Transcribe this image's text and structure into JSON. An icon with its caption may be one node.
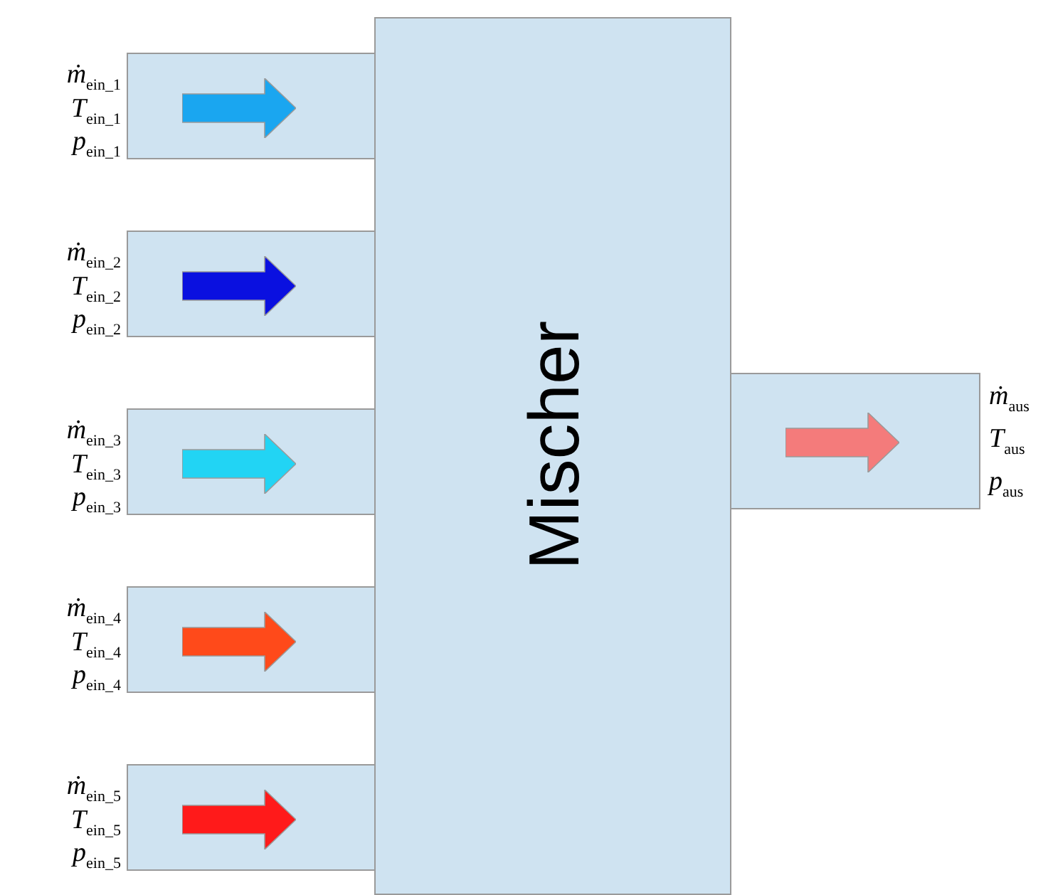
{
  "diagram": {
    "nodes": [
      {
        "text": [
          "Mischer"
        ]
      },
      {
        "text": [],
        "shape": "box",
        "beside": [
          "*ṁ*$_{ein_1}$",
          "*T*$_{ein_1}$",
          "*p*$_{ein_1}$"
        ]
      },
      {
        "text": [],
        "shape": "box",
        "beside": [
          "*ṁ*$_{ein_2}$",
          "*T*$_{ein_2}$",
          "*p*$_{ein_2}$"
        ]
      },
      {
        "text": [],
        "shape": "box",
        "beside": [
          "*ṁ*$_{ein_3}$",
          "*T*$_{ein_3}$",
          "*p*$_{ein_3}$"
        ]
      },
      {
        "text": [],
        "shape": "box",
        "beside": [
          "*ṁ*$_{ein_4}$",
          "*T*$_{ein_4}$",
          "*p*$_{ein_4}$"
        ]
      },
      {
        "text": [],
        "shape": "box",
        "beside": [
          "*ṁ*$_{ein_5}$",
          "*T*$_{ein_5}$",
          "*p*$_{ein_5}$"
        ]
      },
      {
        "text": [],
        "shape": "box",
        "beside": [
          "*ṁ*$_{aus}$",
          "*T*$_{aus}$",
          "*p*$_{aus}$"
        ]
      }
    ]
  }
}
